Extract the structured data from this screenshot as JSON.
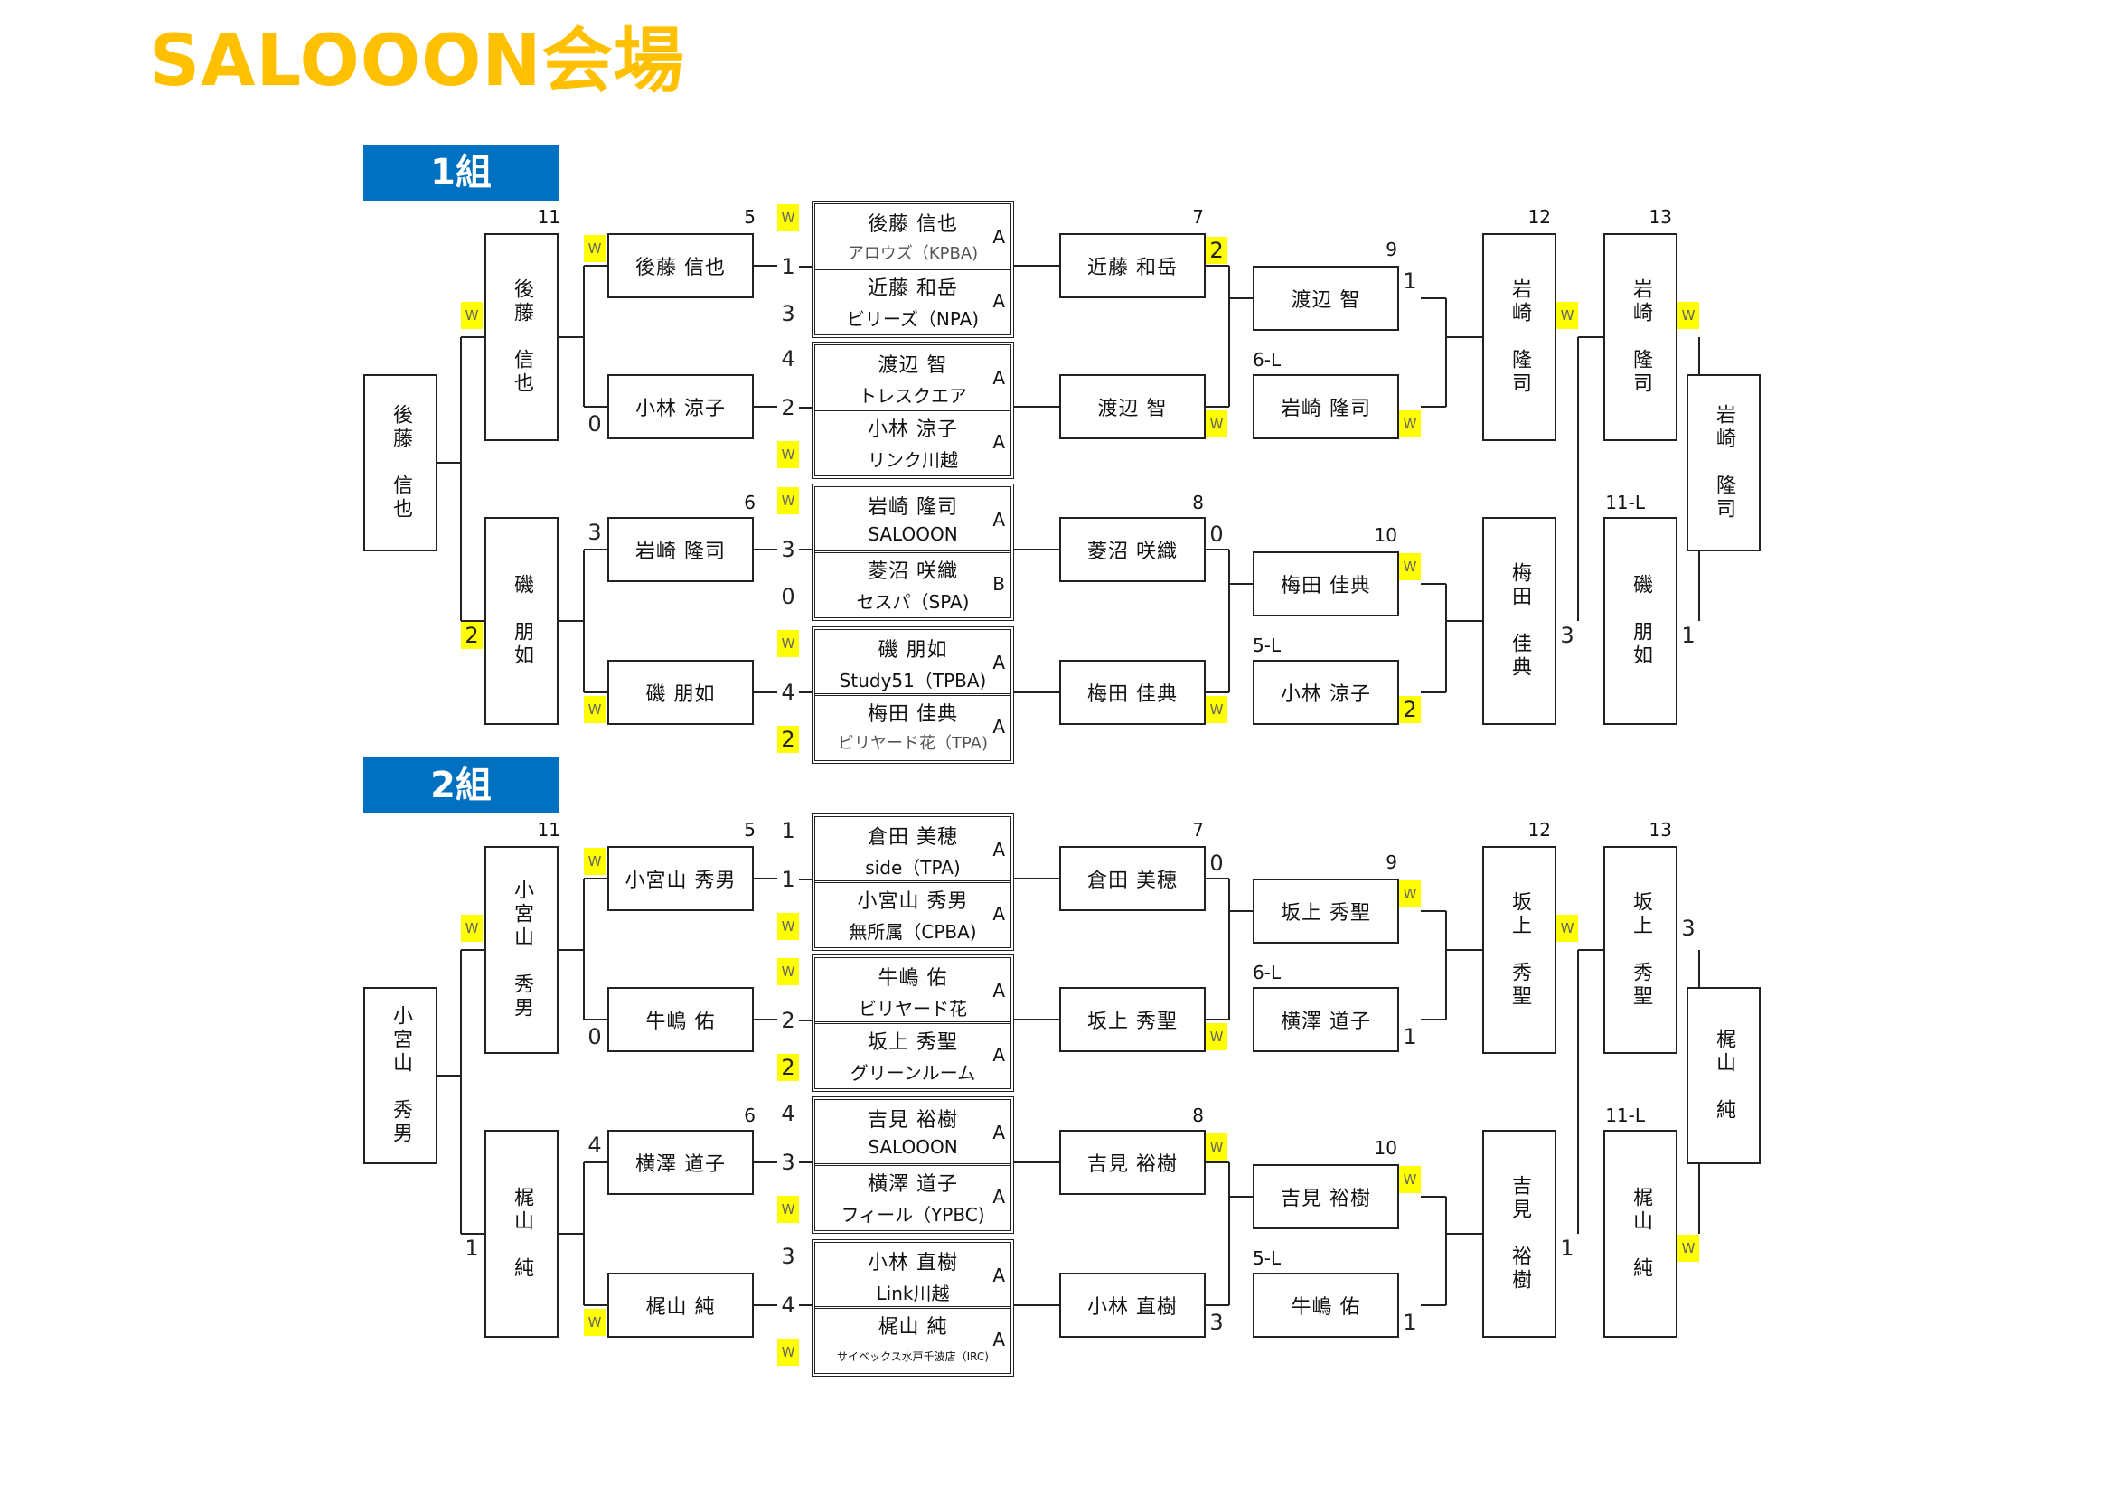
{
  "page_title": "SALOOON会場",
  "colors": {
    "title": "#FFC000",
    "group_header": "#0070C0",
    "highlight": "#FFFF00"
  },
  "groups": [
    {
      "label": "1組",
      "numbers": {
        "r1_top": "5",
        "r1_bot": "6",
        "r2_top": "7",
        "r2_bot": "8",
        "r3_top": "9",
        "r3_bot": "10",
        "q_top": "11",
        "lq1": "12",
        "lq2": "13",
        "lq_bot": "11-L",
        "lo_top": "6-L",
        "lo_bot": "5-L"
      },
      "players": [
        {
          "name": "後藤 信也",
          "club": "アロウズ（KPBA)",
          "class": "A",
          "score": "W",
          "club_style": "grey"
        },
        {
          "name": "近藤 和岳",
          "club": "ビリーズ（NPA)",
          "class": "A",
          "score": "3",
          "club_style": "normal"
        },
        {
          "name": "渡辺 智",
          "club": "トレスクエア",
          "class": "A",
          "score": "4",
          "club_style": "normal"
        },
        {
          "name": "小林 涼子",
          "club": "リンク川越",
          "class": "A",
          "score": "W",
          "club_style": "normal"
        },
        {
          "name": "岩崎 隆司",
          "club": "SALOOON",
          "class": "A",
          "score": "W",
          "club_style": "normal"
        },
        {
          "name": "菱沼 咲織",
          "club": "セスパ（SPA)",
          "class": "B",
          "score": "0",
          "club_style": "normal"
        },
        {
          "name": "磯 朋如",
          "club": "Study51（TPBA)",
          "class": "A",
          "score": "W",
          "club_style": "normal"
        },
        {
          "name": "梅田 佳典",
          "club": "ビリヤード花（TPA)",
          "class": "A",
          "score": "2",
          "club_style": "grey"
        }
      ],
      "mid_scores": [
        "1",
        "2",
        "3",
        "4"
      ],
      "left_r1": [
        {
          "name": "後藤 信也",
          "in": "W",
          "win": true
        },
        {
          "name": "小林 涼子",
          "in": "0",
          "win": false
        },
        {
          "name": "岩崎 隆司",
          "in": "3",
          "win": false
        },
        {
          "name": "磯 朋如",
          "in": "W",
          "win": true
        }
      ],
      "left_r2": [
        {
          "name": "後藤 信也",
          "in": "W",
          "win": true
        },
        {
          "name": "磯 朋如",
          "in": "2",
          "win": false
        }
      ],
      "left_final": {
        "name": "後藤 信也"
      },
      "right_r1": [
        {
          "name": "近藤 和岳",
          "in": "2",
          "win": false
        },
        {
          "name": "渡辺 智",
          "in": "W",
          "win": true
        },
        {
          "name": "菱沼 咲織",
          "in": "0",
          "win": false
        },
        {
          "name": "梅田 佳典",
          "in": "W",
          "win": true
        }
      ],
      "right_r2": [
        {
          "name": "渡辺 智",
          "in": "1",
          "win": false
        },
        {
          "name": "岩崎 隆司",
          "in": "W",
          "win": true
        },
        {
          "name": "梅田 佳典",
          "in": "W",
          "win": true
        },
        {
          "name": "小林 涼子",
          "in": "2",
          "win": false
        }
      ],
      "right_r3": [
        {
          "name": "岩崎 隆司",
          "in": "W",
          "win": true
        },
        {
          "name": "梅田 佳典",
          "in": "3",
          "win": false
        }
      ],
      "right_r4": [
        {
          "name": "岩崎 隆司",
          "in": "W",
          "win": true
        },
        {
          "name": "磯 朋如",
          "in": "1",
          "win": false
        }
      ],
      "right_final": {
        "name": "岩崎 隆司"
      }
    },
    {
      "label": "2組",
      "numbers": {
        "r1_top": "5",
        "r1_bot": "6",
        "r2_top": "7",
        "r2_bot": "8",
        "r3_top": "9",
        "r3_bot": "10",
        "q_top": "11",
        "lq1": "12",
        "lq2": "13",
        "lq_bot": "11-L",
        "lo_top": "6-L",
        "lo_bot": "5-L"
      },
      "players": [
        {
          "name": "倉田 美穂",
          "club": "side（TPA)",
          "class": "A",
          "score": "1",
          "club_style": "normal"
        },
        {
          "name": "小宮山 秀男",
          "club": "無所属（CPBA)",
          "class": "A",
          "score": "W",
          "club_style": "normal"
        },
        {
          "name": "牛嶋 佑",
          "club": "ビリヤード花",
          "class": "A",
          "score": "W",
          "club_style": "normal"
        },
        {
          "name": "坂上 秀聖",
          "club": "グリーンルーム",
          "class": "A",
          "score": "2",
          "club_style": "normal"
        },
        {
          "name": "吉見 裕樹",
          "club": "SALOOON",
          "class": "A",
          "score": "4",
          "club_style": "normal"
        },
        {
          "name": "横澤 道子",
          "club": "フィール（YPBC)",
          "class": "A",
          "score": "W",
          "club_style": "normal"
        },
        {
          "name": "小林 直樹",
          "club": "Link川越",
          "class": "A",
          "score": "3",
          "club_style": "normal"
        },
        {
          "name": "梶山 純",
          "club": "サイベックス水戸千波店（IRC)",
          "class": "A",
          "score": "W",
          "club_style": "tiny"
        }
      ],
      "mid_scores": [
        "1",
        "2",
        "3",
        "4"
      ],
      "left_r1": [
        {
          "name": "小宮山 秀男",
          "in": "W",
          "win": true
        },
        {
          "name": "牛嶋 佑",
          "in": "0",
          "win": false
        },
        {
          "name": "横澤 道子",
          "in": "4",
          "win": false
        },
        {
          "name": "梶山 純",
          "in": "W",
          "win": true
        }
      ],
      "left_r2": [
        {
          "name": "小宮山 秀男",
          "in": "W",
          "win": true
        },
        {
          "name": "梶山 純",
          "in": "1",
          "win": false
        }
      ],
      "left_final": {
        "name": "小宮山 秀男"
      },
      "right_r1": [
        {
          "name": "倉田 美穂",
          "in": "0",
          "win": false
        },
        {
          "name": "坂上 秀聖",
          "in": "W",
          "win": true
        },
        {
          "name": "吉見 裕樹",
          "in": "W",
          "win": true
        },
        {
          "name": "小林 直樹",
          "in": "3",
          "win": false
        }
      ],
      "right_r2": [
        {
          "name": "坂上 秀聖",
          "in": "W",
          "win": true
        },
        {
          "name": "横澤 道子",
          "in": "1",
          "win": false
        },
        {
          "name": "吉見 裕樹",
          "in": "W",
          "win": true
        },
        {
          "name": "牛嶋 佑",
          "in": "1",
          "win": false
        }
      ],
      "right_r3": [
        {
          "name": "坂上 秀聖",
          "in": "W",
          "win": true
        },
        {
          "name": "吉見 裕樹",
          "in": "1",
          "win": false
        }
      ],
      "right_r4": [
        {
          "name": "坂上 秀聖",
          "in": "3",
          "win": false
        },
        {
          "name": "梶山 純",
          "in": "W",
          "win": true
        }
      ],
      "right_final": {
        "name": "梶山 純"
      }
    }
  ]
}
